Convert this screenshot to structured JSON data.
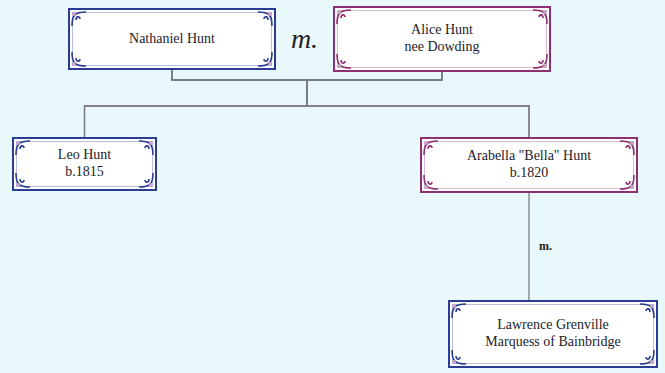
{
  "diagram": {
    "nodes": [
      {
        "text": [
          "Nathaniel Hunt"
        ]
      },
      {
        "text": [
          "Alice Hunt",
          "nee Dowding"
        ]
      },
      {
        "text": [
          "Leo Hunt",
          "b.1815"
        ]
      },
      {
        "text": [
          "Arabella \"Bella\" Hunt",
          "b.1820"
        ]
      },
      {
        "text": [
          "Lawrence Grenville",
          "Marquess of Bainbridge"
        ]
      }
    ],
    "edges": [
      {
        "from": 0,
        "to": 1,
        "arrow": "none",
        "label": "m."
      },
      {
        "from": 0,
        "to": 2,
        "arrow": "none"
      },
      {
        "from": 0,
        "to": 3,
        "arrow": "none"
      },
      {
        "from": 1,
        "to": 2,
        "arrow": "none"
      },
      {
        "from": 1,
        "to": 3,
        "arrow": "none"
      },
      {
        "from": 3,
        "to": 4,
        "arrow": "none",
        "label": "m."
      }
    ]
  }
}
